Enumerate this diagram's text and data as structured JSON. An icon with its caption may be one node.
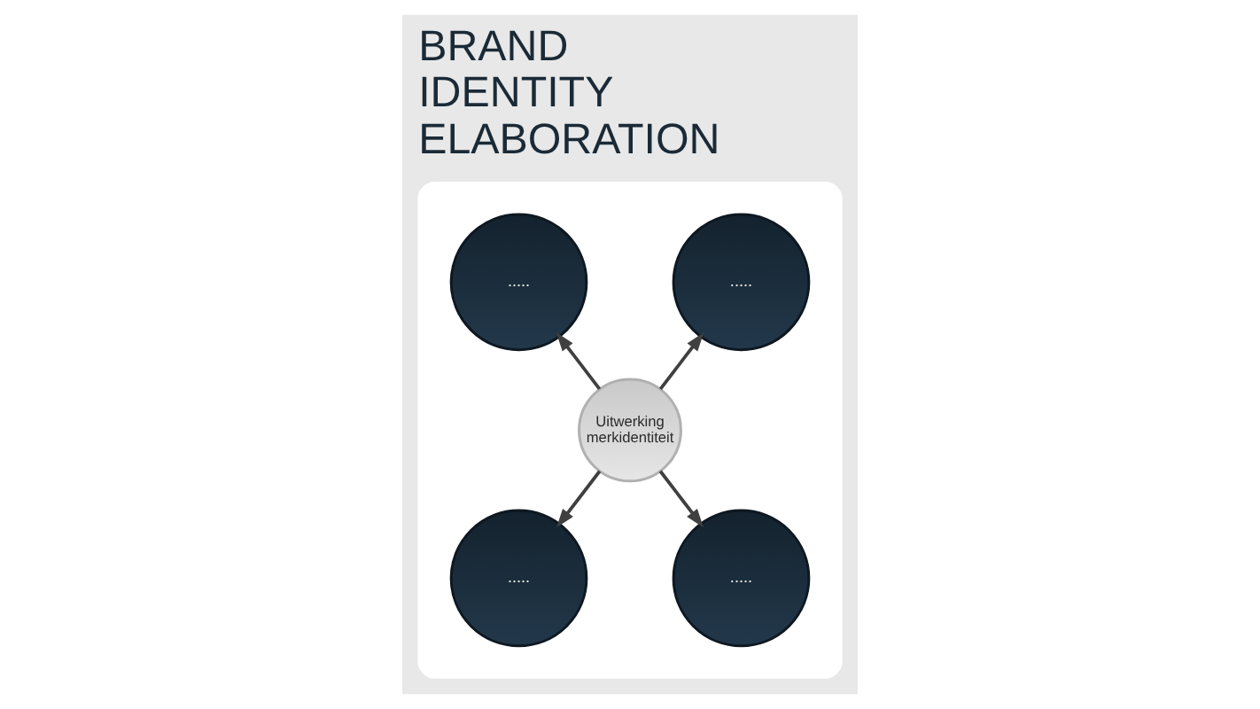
{
  "diagram": {
    "title": "BRAND IDENTITY ELABORATION",
    "nodes": [
      {
        "text": [],
        "shape": "ellipse"
      },
      {
        "text": [
          "....."
        ],
        "in": 0
      },
      {
        "text": [
          "....."
        ],
        "in": 0
      },
      {
        "text": [
          "Uitwerking merkidentiteit"
        ],
        "in": 0
      },
      {
        "text": [
          "....."
        ],
        "in": 0
      },
      {
        "text": [
          "....."
        ],
        "in": 0
      }
    ],
    "edges": [
      {
        "from": 3,
        "to": 1,
        "arrow": "to"
      },
      {
        "from": 3,
        "to": 2,
        "arrow": "to"
      },
      {
        "from": 3,
        "to": 4,
        "arrow": "to"
      },
      {
        "from": 3,
        "to": 5,
        "arrow": "to"
      }
    ]
  }
}
